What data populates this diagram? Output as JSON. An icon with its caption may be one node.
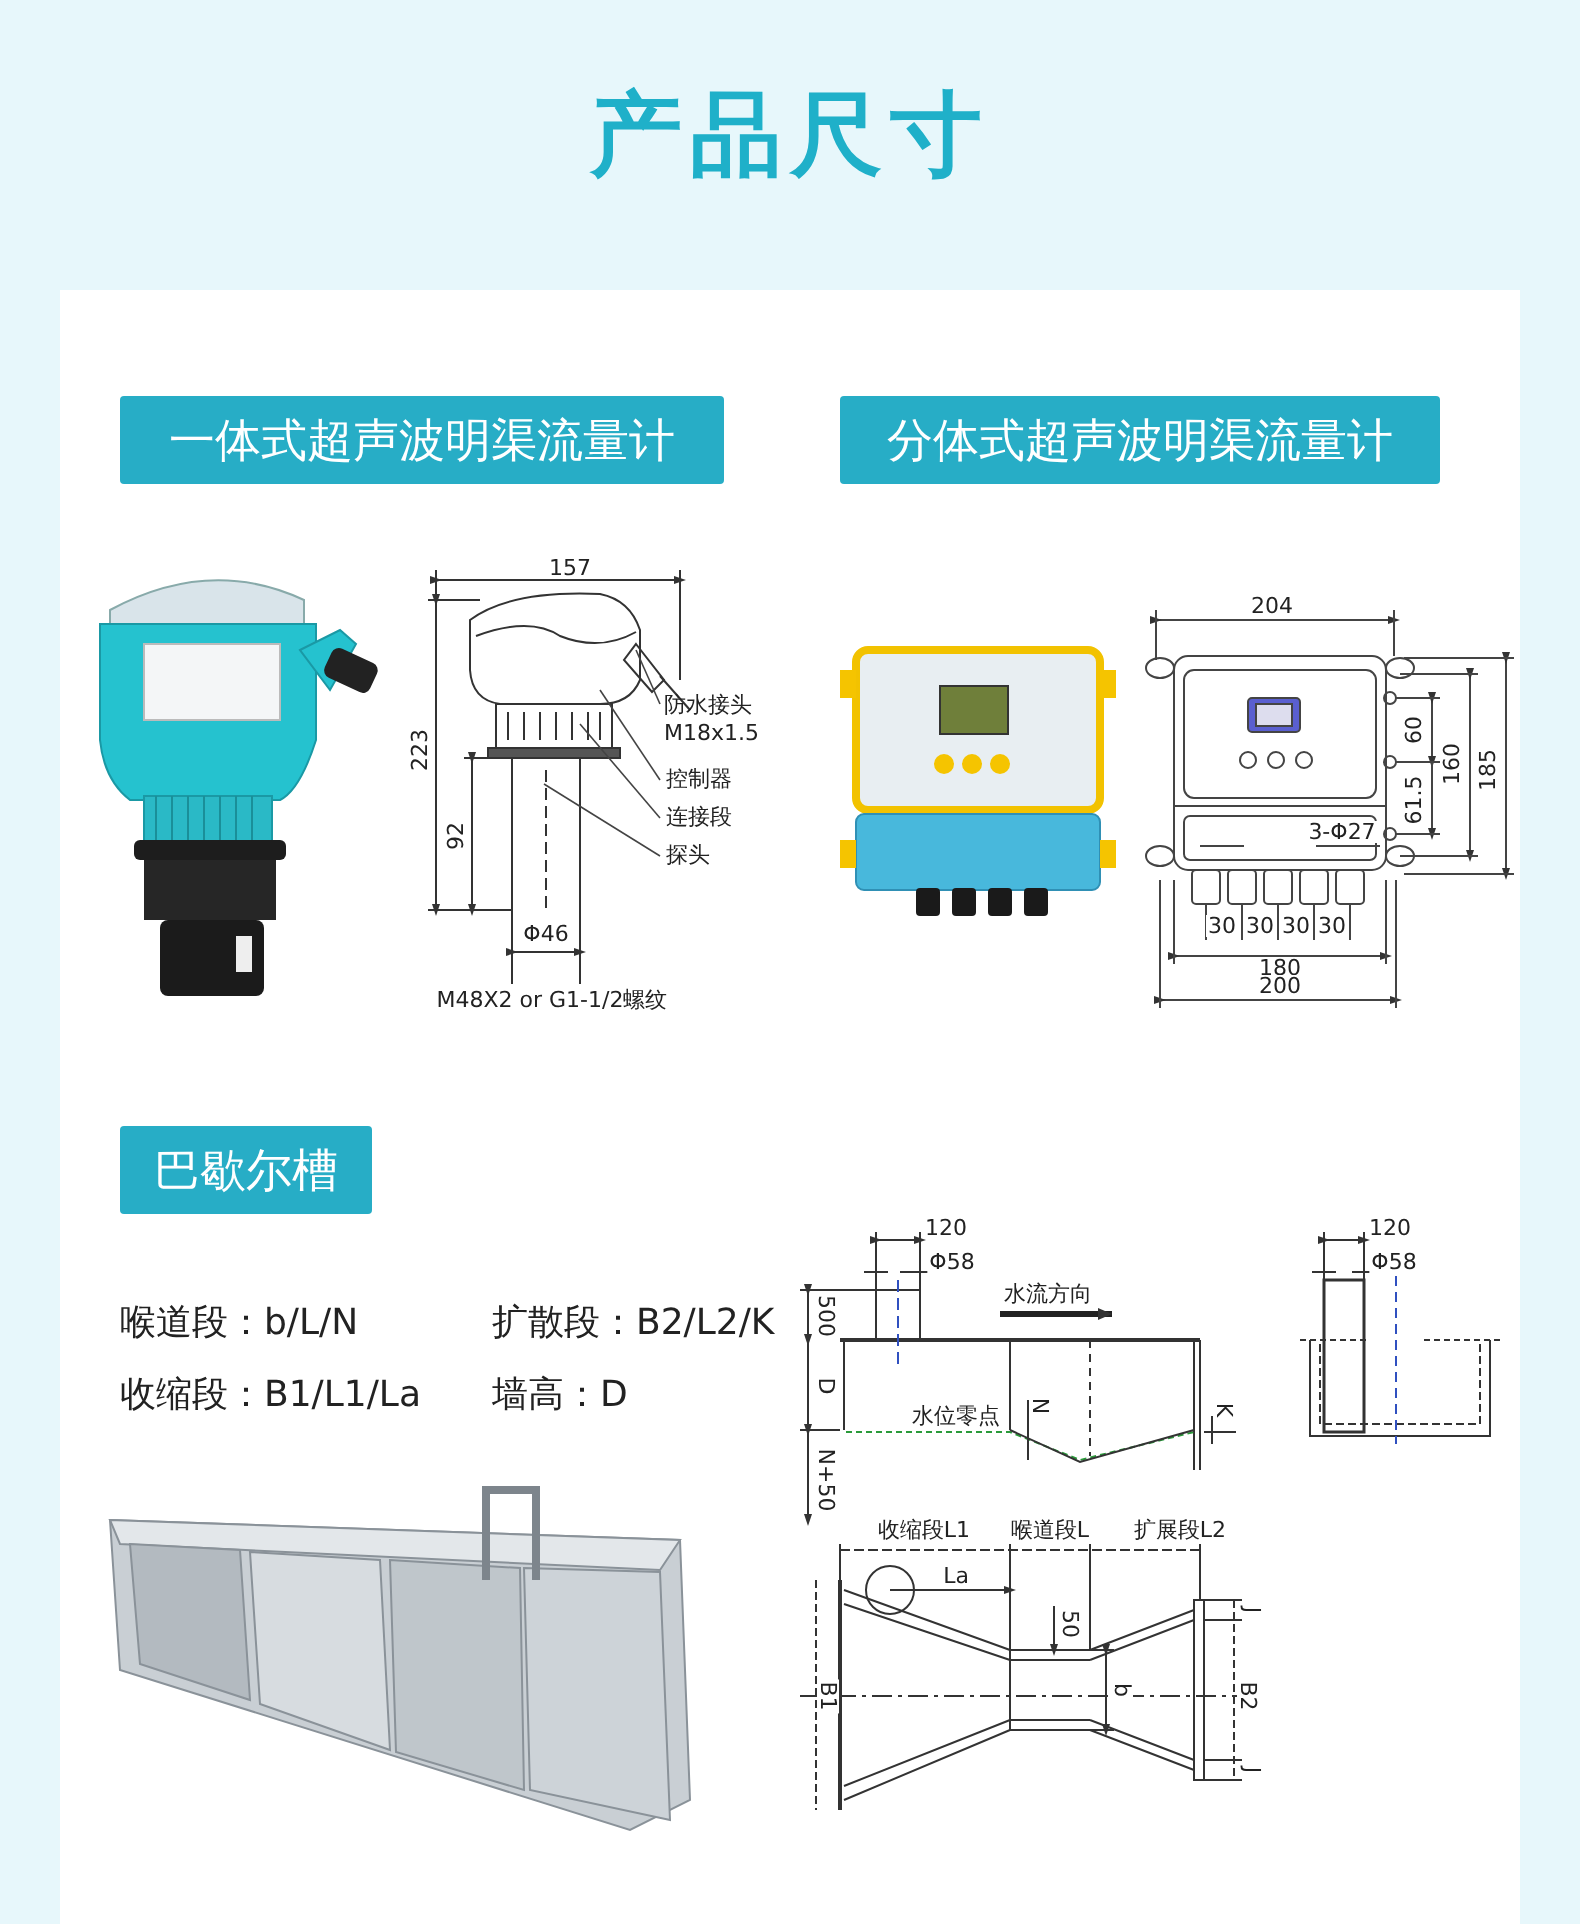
{
  "diagram": {
    "title": "产品尺寸",
    "nodes": [
      {
        "text": [
          "一体式超声波明渠流量计"
        ]
      },
      {
        "text": [
          "分体式超声波明渠流量计"
        ]
      },
      {
        "text": [
          "防水接头 M18x1.5"
        ]
      },
      {
        "text": [
          "控制器"
        ]
      },
      {
        "text": [
          "连接段"
        ]
      },
      {
        "text": [
          "探头"
        ]
      },
      {
        "text": [
          "巴歇尔槽"
        ]
      }
    ],
    "edges": [
      {
        "from": 2,
        "to": null,
        "arrow": "none"
      },
      {
        "from": 3,
        "to": null,
        "arrow": "none"
      },
      {
        "from": 4,
        "to": null,
        "arrow": "none"
      },
      {
        "from": 5,
        "to": null,
        "arrow": "none"
      }
    ],
    "labels": [
      "157",
      "223",
      "92",
      "Φ46",
      "M48X2 or G1-1/2螺纹",
      "204",
      "60",
      "160",
      "185",
      "61.5",
      "3-Φ27",
      "30",
      "30",
      "30",
      "30",
      "180",
      "200",
      "喉道段：b/L/N",
      "扩散段：B2/L2/K",
      "收缩段：B1/L1/La",
      "墙高：D",
      "120",
      "Φ58",
      "500",
      "水流方向",
      "D",
      "水位零点",
      "N",
      "K",
      "N+50",
      "收缩段L1",
      "喉道段L",
      "扩展段L2",
      "La",
      "50",
      "b",
      "B1",
      "B2",
      "J",
      "J",
      "120",
      "Φ58"
    ]
  }
}
